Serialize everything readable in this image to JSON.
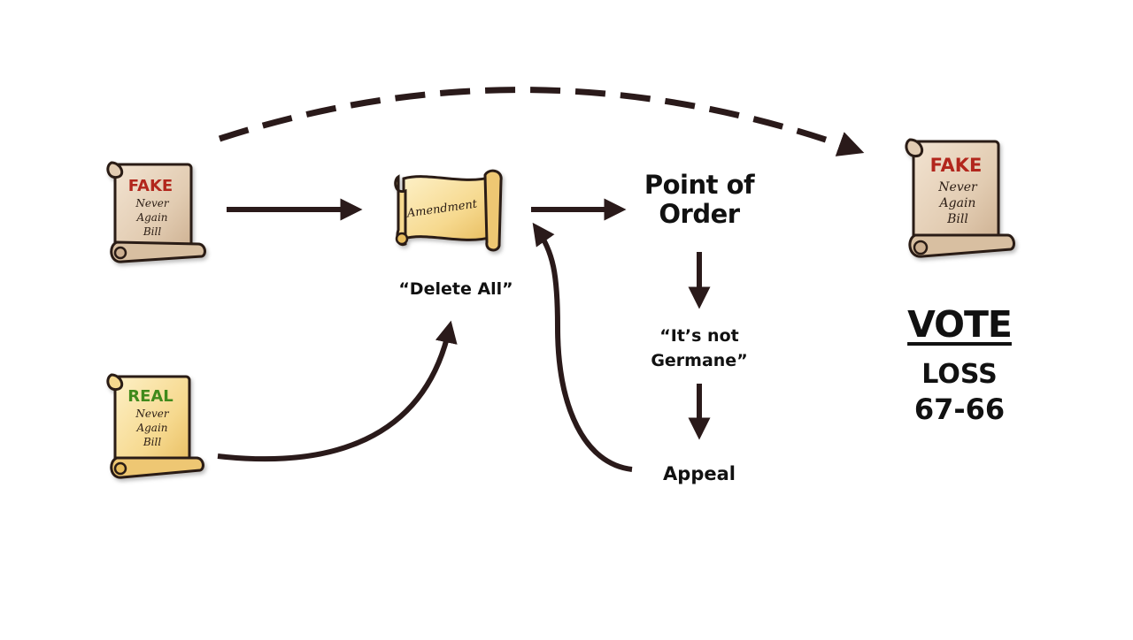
{
  "scrolls": {
    "fake_left": {
      "title": "FAKE",
      "line1": "Never",
      "line2": "Again",
      "line3": "Bill"
    },
    "real_left": {
      "title": "REAL",
      "line1": "Never",
      "line2": "Again",
      "line3": "Bill"
    },
    "amendment": {
      "title": "Amendment"
    },
    "fake_right": {
      "title": "FAKE",
      "line1": "Never",
      "line2": "Again",
      "line3": "Bill"
    }
  },
  "labels": {
    "delete_all": "“Delete All”",
    "point_of_order": "Point of\nOrder",
    "not_germane": "“It’s not\nGermane”",
    "appeal": "Appeal",
    "vote": "VOTE",
    "loss": "LOSS",
    "loss_score": "67-66"
  },
  "colors": {
    "arrow": "#2a1a1a",
    "fake_red": "#b2261f",
    "real_green": "#3f8a1f",
    "fake_paper": "#e6d3bd",
    "real_paper": "#f7dfa3",
    "outline": "#2b1d12"
  }
}
